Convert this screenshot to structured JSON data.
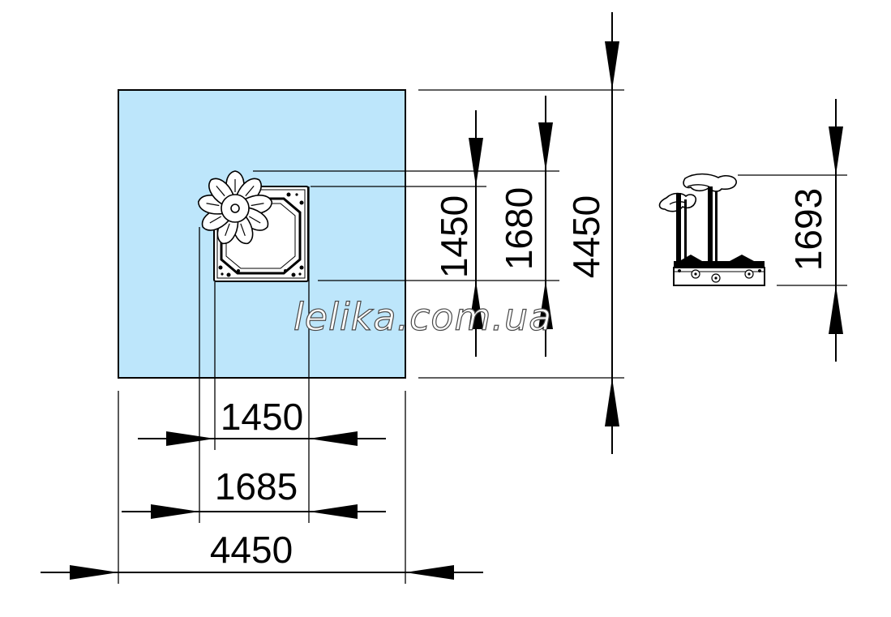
{
  "colors": {
    "zone_fill": "#bde6fb",
    "line": "#000000",
    "background": "#ffffff"
  },
  "plan_view": {
    "horizontal_dimensions": {
      "base_width": "1450",
      "equipment_width": "1685",
      "zone_width": "4450"
    },
    "vertical_dimensions": {
      "base_depth": "1450",
      "equipment_depth": "1680",
      "zone_depth": "4450"
    }
  },
  "side_view": {
    "height": "1693"
  },
  "watermark": "lelika.com.ua",
  "icons": [
    "flower-roof-icon",
    "octagon-sandbox-icon",
    "bench-side-icon",
    "dimension-arrow-icon"
  ]
}
